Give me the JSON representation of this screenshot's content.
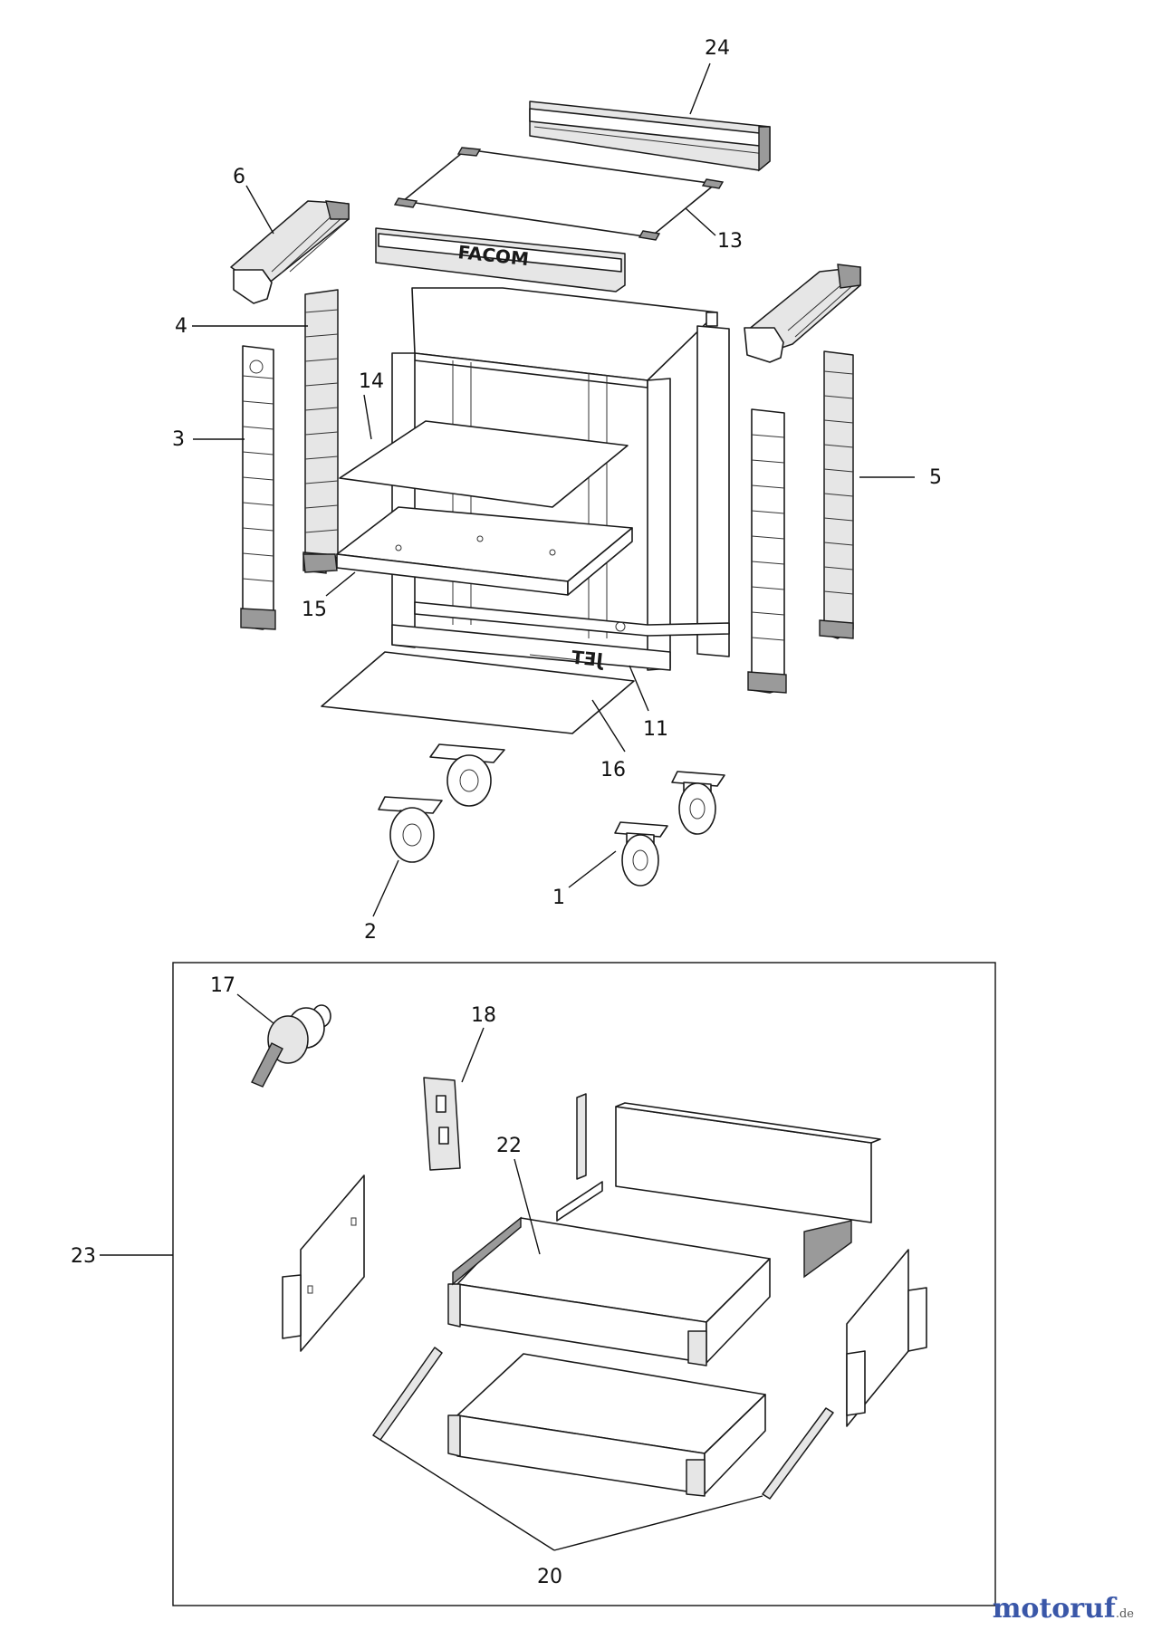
{
  "callouts": {
    "c24": "24",
    "c6": "6",
    "c13": "13",
    "c4": "4",
    "c14": "14",
    "c3": "3",
    "c5": "5",
    "c15": "15",
    "c11": "11",
    "c16": "16",
    "c2": "2",
    "c1": "1",
    "c17": "17",
    "c18": "18",
    "c22": "22",
    "c23": "23",
    "c20": "20"
  },
  "labels": {
    "brand_rail": "FACOM",
    "brand_cabinet": "JET"
  },
  "watermark": {
    "text": "motoruf",
    "tld": ".de"
  },
  "colors": {
    "line": "#1a1a1a",
    "fill_light": "#e6e6e6",
    "fill_dark": "#9a9a9a"
  }
}
